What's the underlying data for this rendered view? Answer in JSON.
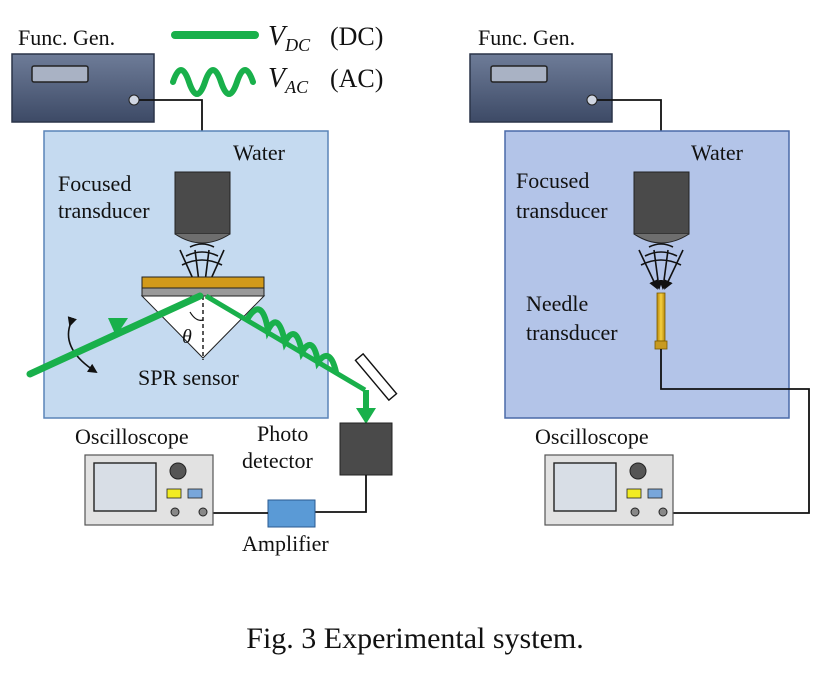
{
  "legend": {
    "dc_symbol": "V",
    "dc_subscript": "DC",
    "dc_text": "(DC)",
    "ac_symbol": "V",
    "ac_subscript": "AC",
    "ac_text": "(AC)"
  },
  "left_setup": {
    "func_gen_label": "Func. Gen.",
    "water_label": "Water",
    "transducer_label_line1": "Focused",
    "transducer_label_line2": "transducer",
    "angle_label": "θ",
    "sensor_label": "SPR sensor",
    "photodetector_label_line1": "Photo",
    "photodetector_label_line2": "detector",
    "oscilloscope_label": "Oscilloscope",
    "amplifier_label": "Amplifier"
  },
  "right_setup": {
    "func_gen_label": "Func. Gen.",
    "water_label": "Water",
    "transducer_label_line1": "Focused",
    "transducer_label_line2": "transducer",
    "needle_label_line1": "Needle",
    "needle_label_line2": "transducer",
    "oscilloscope_label": "Oscilloscope"
  },
  "caption": "Fig. 3 Experimental system.",
  "colors": {
    "laser_green": "#19b04b",
    "water_left": "#c5daf0",
    "water_right": "#b3c4e8",
    "water_border": "#5a84b8",
    "func_gen_body": "#4a5a78",
    "transducer_body": "#4a4a4a",
    "gold_film": "#d29a1a",
    "amplifier": "#5a9ad6",
    "needle": "#e8b82a"
  }
}
